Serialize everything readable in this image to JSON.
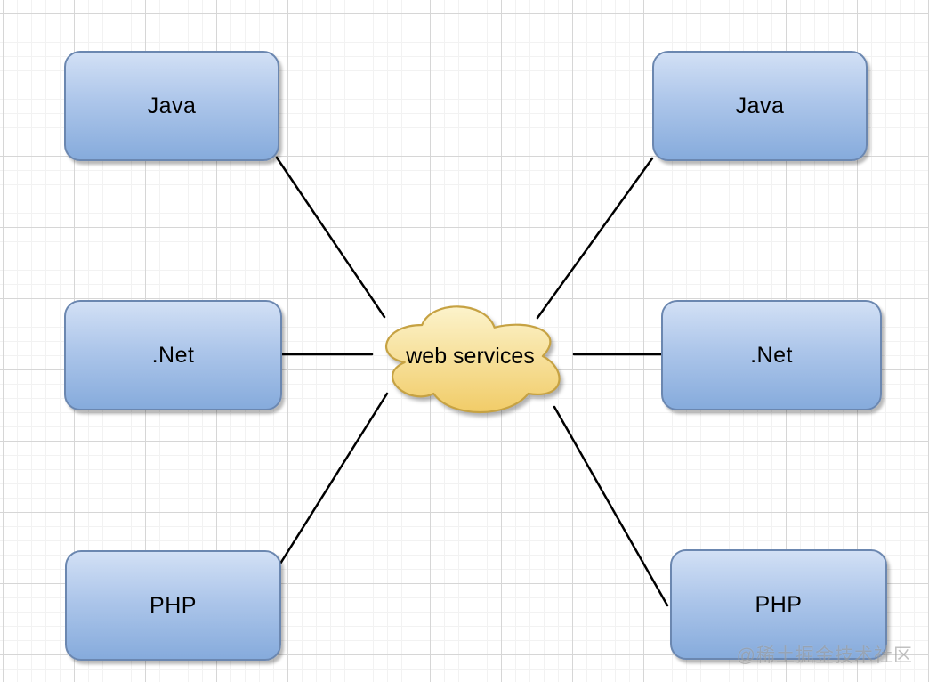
{
  "nodes": [
    {
      "id": "java-left",
      "label": "Java"
    },
    {
      "id": "java-right",
      "label": "Java"
    },
    {
      "id": "net-left",
      "label": ".Net"
    },
    {
      "id": "net-right",
      "label": ".Net"
    },
    {
      "id": "php-left",
      "label": "PHP"
    },
    {
      "id": "php-right",
      "label": "PHP"
    }
  ],
  "hub": {
    "label": "web services"
  },
  "connections": [
    {
      "from": "java-left",
      "to": "hub"
    },
    {
      "from": "java-right",
      "to": "hub"
    },
    {
      "from": "net-left",
      "to": "hub"
    },
    {
      "from": "net-right",
      "to": "hub"
    },
    {
      "from": "php-left",
      "to": "hub"
    },
    {
      "from": "php-right",
      "to": "hub"
    }
  ],
  "watermark": "@稀土掘金技术社区",
  "colors": {
    "node_fill_top": "#d2e0f5",
    "node_fill_bottom": "#86abdc",
    "node_border": "#6b87b0",
    "cloud_fill_top": "#fcf3cb",
    "cloud_fill_bottom": "#f1cc68",
    "cloud_border": "#c6a243",
    "connector": "#000000",
    "grid_minor": "#f2f2f2",
    "grid_major": "#d6d6d6",
    "text": "#000000"
  }
}
